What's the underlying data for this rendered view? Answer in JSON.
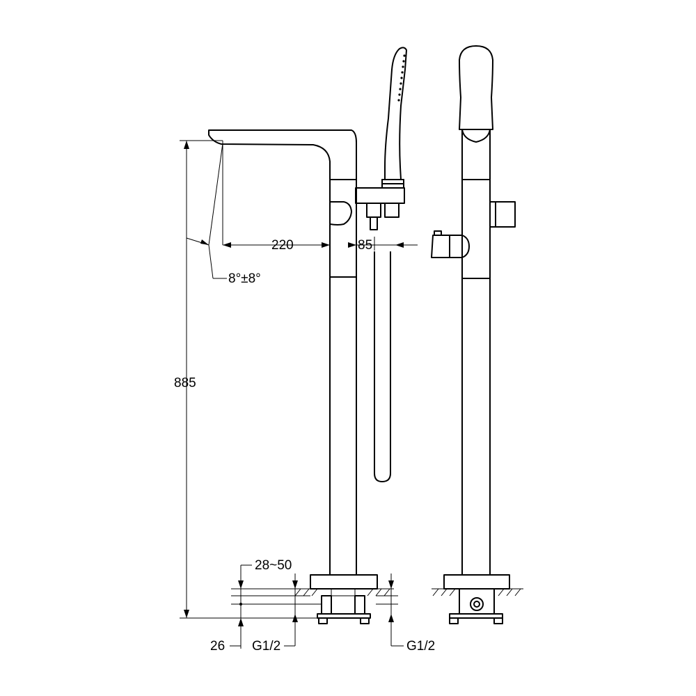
{
  "dimensions": {
    "height": "885",
    "spout_reach": "220",
    "handshower_offset": "85",
    "spout_angle": "8°±8°",
    "floor_thickness": "28~50",
    "base_offset": "26",
    "inlet_left": "G1/2",
    "inlet_right": "G1/2"
  }
}
